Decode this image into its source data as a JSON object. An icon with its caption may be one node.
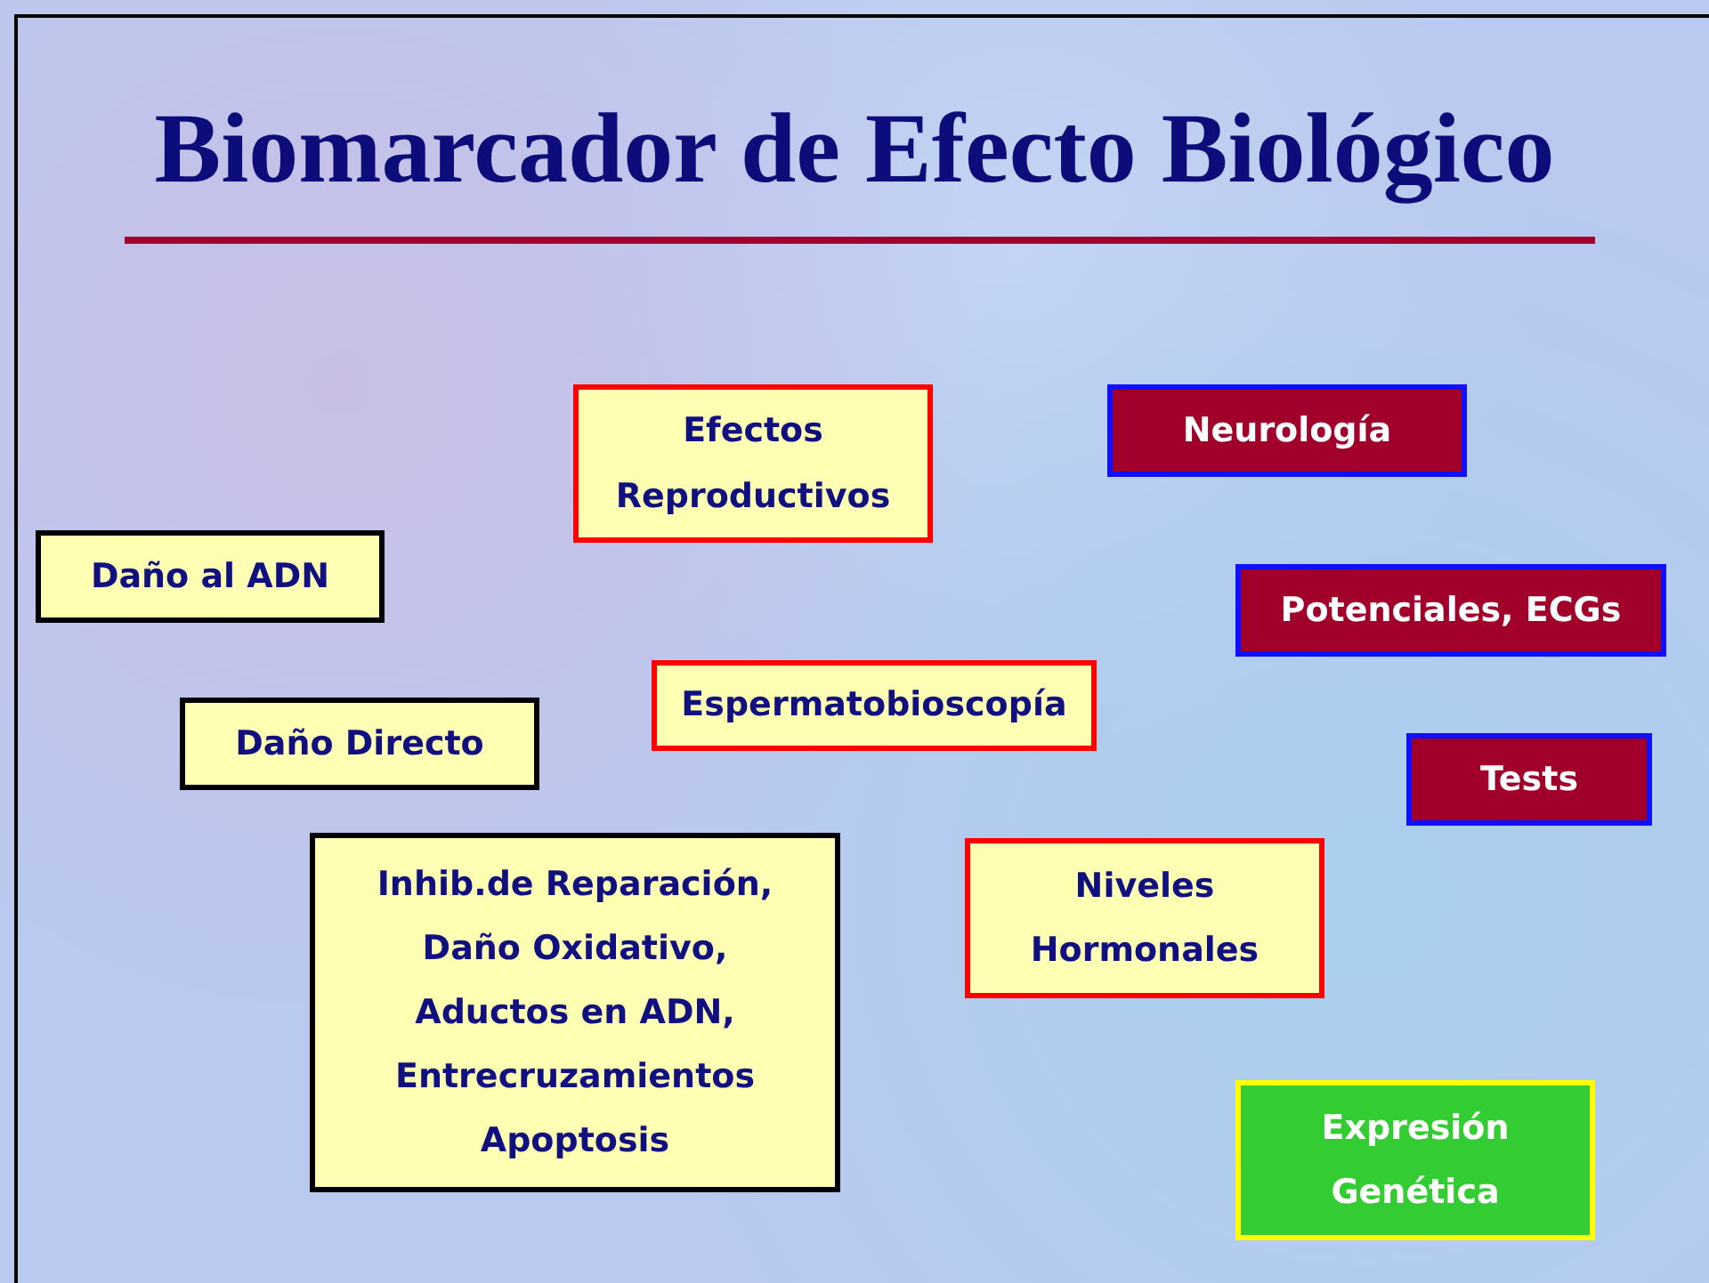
{
  "diagram": {
    "title": "Biomarcador de Efecto Biológico",
    "nodes": [
      {
        "text": [
          "Efectos Reproductivos"
        ]
      },
      {
        "text": [
          "Neurología"
        ]
      },
      {
        "text": [
          "Daño al ADN"
        ]
      },
      {
        "text": [
          "Potenciales, ECGs"
        ]
      },
      {
        "text": [
          "Espermatobioscopía"
        ]
      },
      {
        "text": [
          "Daño Directo"
        ]
      },
      {
        "text": [
          "Tests"
        ]
      },
      {
        "text": [
          "Inhib.de Reparación,",
          "Daño Oxidativo,",
          "Aductos en ADN,",
          "Entrecruzamientos",
          "Apoptosis"
        ]
      },
      {
        "text": [
          "Niveles Hormonales"
        ]
      },
      {
        "text": [
          "Expresión Genética"
        ]
      }
    ],
    "edges": []
  }
}
